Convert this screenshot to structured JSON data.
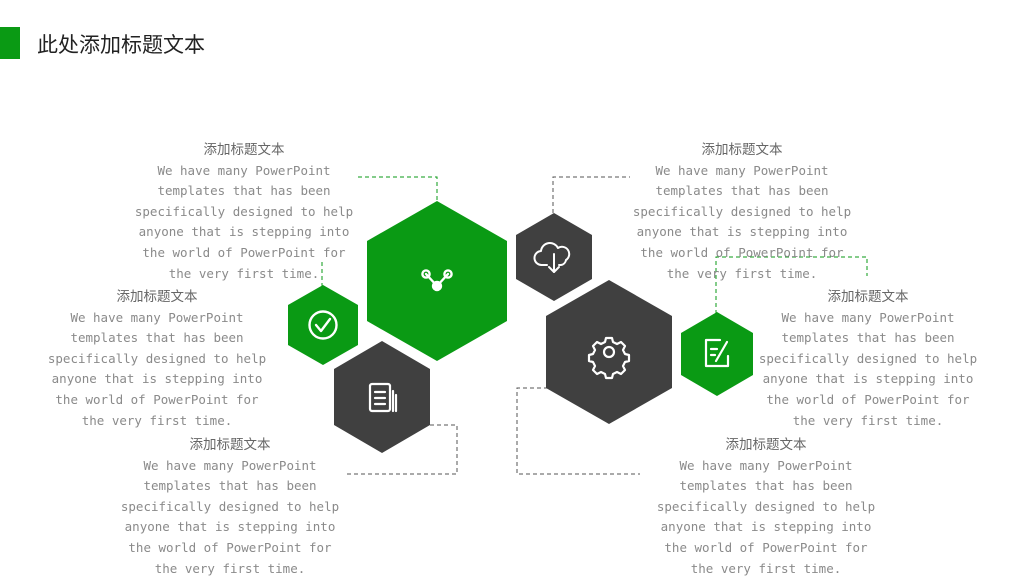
{
  "page": {
    "title": "此处添加标题文本"
  },
  "colors": {
    "accent": "#0a9a14",
    "dark": "#404040",
    "text": "#8a8a8a"
  },
  "hexagons": [
    {
      "id": "share",
      "color": "accent",
      "icon": "share-icon"
    },
    {
      "id": "check",
      "color": "accent",
      "icon": "check-circle-icon"
    },
    {
      "id": "document",
      "color": "dark",
      "icon": "document-icon"
    },
    {
      "id": "cloud",
      "color": "dark",
      "icon": "cloud-download-icon"
    },
    {
      "id": "gear",
      "color": "dark",
      "icon": "gear-icon"
    },
    {
      "id": "edit",
      "color": "accent",
      "icon": "edit-icon"
    }
  ],
  "blocks": [
    {
      "heading": "添加标题文本",
      "body": "We have many PowerPoint\ntemplates that has been\nspecifically designed to help\nanyone that is stepping into\nthe world of PowerPoint for\nthe very first time."
    },
    {
      "heading": "添加标题文本",
      "body": "We have many PowerPoint\ntemplates that has been\nspecifically designed to help\nanyone that is stepping into\nthe world of PowerPoint for\nthe very first time."
    },
    {
      "heading": "添加标题文本",
      "body": "We have many PowerPoint\ntemplates that has been\nspecifically designed to help\nanyone that is stepping into\nthe world of PowerPoint for\nthe very first time."
    },
    {
      "heading": "添加标题文本",
      "body": "We have many PowerPoint\ntemplates that has been\nspecifically designed to help\nanyone that is stepping into\nthe world of PowerPoint for\nthe very first time."
    },
    {
      "heading": "添加标题文本",
      "body": "We have many PowerPoint\ntemplates that has been\nspecifically designed to help\nanyone that is stepping into\nthe world of PowerPoint for\nthe very first time."
    },
    {
      "heading": "添加标题文本",
      "body": "We have many PowerPoint\ntemplates that has been\nspecifically designed to help\nanyone that is stepping into\nthe world of PowerPoint for\nthe very first time."
    }
  ]
}
